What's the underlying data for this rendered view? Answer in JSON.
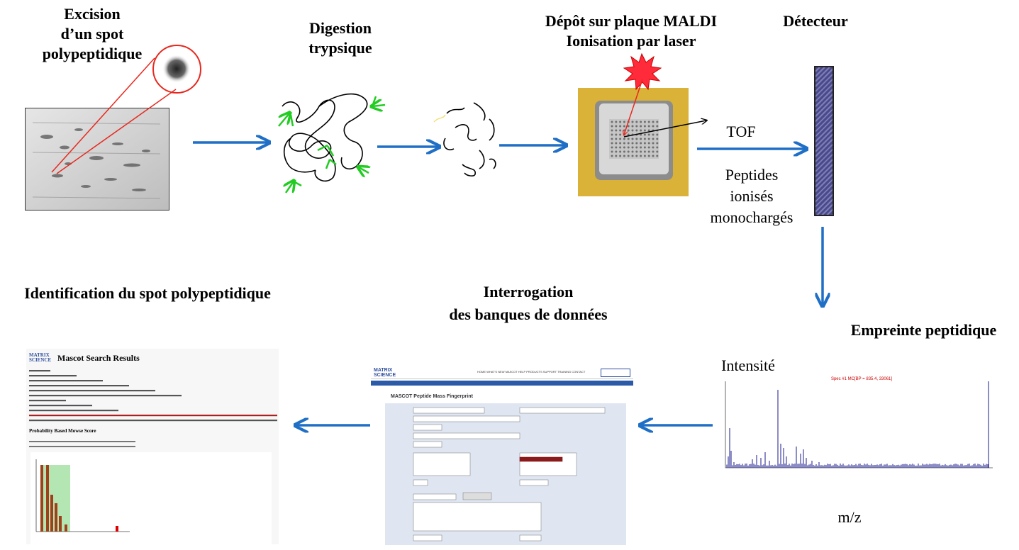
{
  "steps": {
    "excision": "Excision\nd’un spot\npolypeptidique",
    "digestion": "Digestion\ntrypsique",
    "maldi": "Dépôt sur plaque MALDI\nIonisation par laser",
    "detecteur": "Détecteur",
    "tof": "TOF",
    "peptides": "Peptides\nionisés\nmonochargés",
    "empreinte": "Empreinte peptidique",
    "intensite": "Intensité",
    "mz": "m/z",
    "interrogation": "Interrogation\ndes banques de données",
    "identification": "Identification du spot polypeptidique"
  },
  "mascot_form": {
    "header": "MASCOT Peptide Mass Fingerprint",
    "nav": "HOME  WHAT'S NEW  MASCOT HELP  PRODUCTS  SUPPORT  TRAINING  CONTACT"
  },
  "mascot_results": {
    "header": "Mascot Search Results",
    "section": "Probability Based Mowse Score"
  },
  "colors": {
    "arrow": "#1f6fc6",
    "green_marks": "#22cc22",
    "red_lines": "#e8281e",
    "spectrum": "#1a1a8c",
    "detector_fill": "#4a4a8a"
  }
}
